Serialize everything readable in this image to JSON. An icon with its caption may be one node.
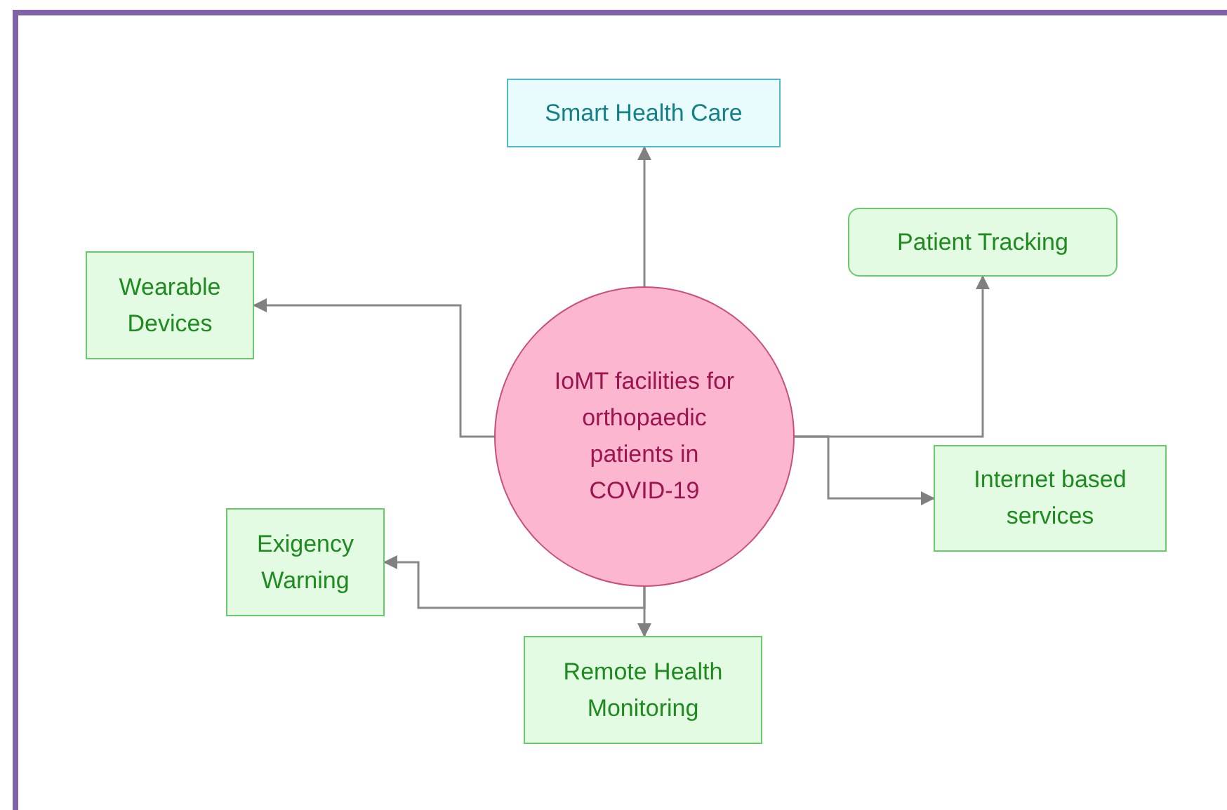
{
  "diagram": {
    "nodes": [
      {
        "text": [
          "Smart Health Care"
        ]
      },
      {
        "text": [
          "Patient Tracking"
        ]
      },
      {
        "text": [
          "Wearable Devices"
        ]
      },
      {
        "text": [
          "IoMT facilities for orthopaedic patients in COVID-19"
        ]
      },
      {
        "text": [
          "Internet based services"
        ]
      },
      {
        "text": [
          "Exigency Warning"
        ]
      },
      {
        "text": [
          "Remote Health Monitoring"
        ]
      }
    ],
    "edges": [
      {
        "from": 3,
        "to": 0,
        "arrow": "to"
      },
      {
        "from": 3,
        "to": 2,
        "arrow": "to"
      },
      {
        "from": 3,
        "to": 1,
        "arrow": "to"
      },
      {
        "from": 3,
        "to": 4,
        "arrow": "to"
      },
      {
        "from": 3,
        "to": 6,
        "arrow": "to"
      },
      {
        "from": 3,
        "to": 5,
        "arrow": "to"
      }
    ]
  }
}
